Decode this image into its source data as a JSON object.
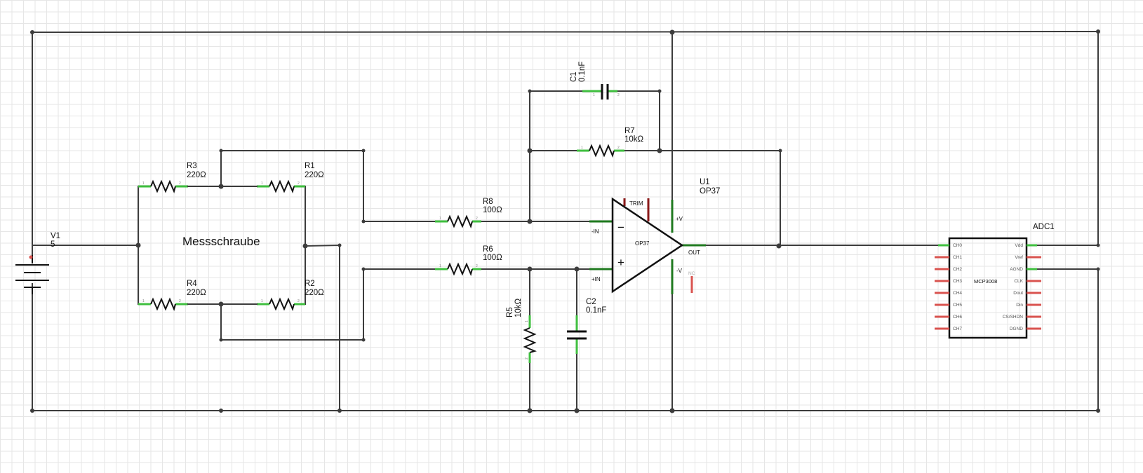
{
  "diagram": {
    "title": "Messschraube",
    "components": {
      "v1": {
        "ref": "V1",
        "value": "5"
      },
      "r1": {
        "ref": "R1",
        "value": "220Ω"
      },
      "r2": {
        "ref": "R2",
        "value": "220Ω"
      },
      "r3": {
        "ref": "R3",
        "value": "220Ω"
      },
      "r4": {
        "ref": "R4",
        "value": "220Ω"
      },
      "r5": {
        "ref": "R5",
        "value": "10kΩ"
      },
      "r6": {
        "ref": "R6",
        "value": "100Ω"
      },
      "r7": {
        "ref": "R7",
        "value": "10kΩ"
      },
      "r8": {
        "ref": "R8",
        "value": "100Ω"
      },
      "c1": {
        "ref": "C1",
        "value": "0.1nF"
      },
      "c2": {
        "ref": "C2",
        "value": "0.1nF"
      },
      "u1": {
        "ref": "U1",
        "value": "OP37",
        "body_label": "OP37",
        "pins": {
          "minus_in": "-IN",
          "plus_in": "+IN",
          "out": "OUT",
          "vplus": "+V",
          "vminus": "-V",
          "trim": "TRIM",
          "nc": "NC"
        },
        "minus_sign": "−",
        "plus_sign": "+"
      },
      "adc1": {
        "ref": "ADC1",
        "chip": "MCP3008",
        "left_pins": [
          "CH0",
          "CH1",
          "CH2",
          "CH3",
          "CH4",
          "CH5",
          "CH6",
          "CH7"
        ],
        "right_pins": [
          "Vdd",
          "Vref",
          "AGND",
          "CLK",
          "Dout",
          "Din",
          "CS/SHDN",
          "DGND"
        ]
      }
    },
    "pin_numbers": {
      "one": "1",
      "two": "2"
    }
  },
  "colors": {
    "wire": "#3c3c3c",
    "pin": "#3fbf3f",
    "pin_unconnected": "#d9534f",
    "trim_pin": "#8b1a1a",
    "grid": "#e6e6e6"
  }
}
